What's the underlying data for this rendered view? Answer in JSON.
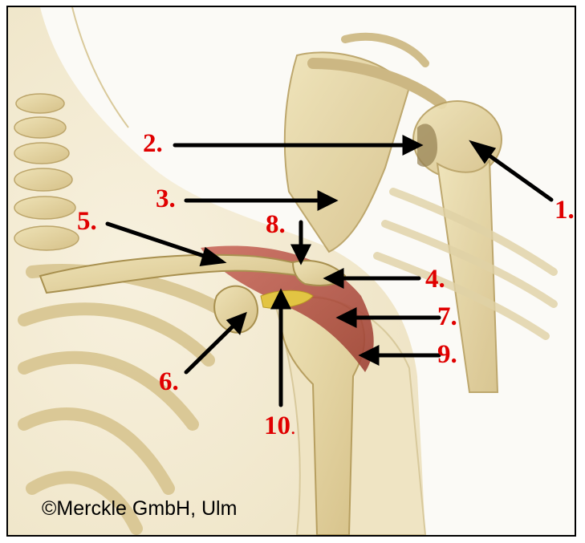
{
  "labels": {
    "l1": "1.",
    "l2": "2.",
    "l3": "3.",
    "l4": "4.",
    "l5": "5.",
    "l6": "6.",
    "l7": "7.",
    "l8": "8.",
    "l9": "9.",
    "l10_num": "10",
    "l10_dot": "."
  },
  "copyright": "©Merckle GmbH, Ulm",
  "colors": {
    "label": "#e00000",
    "arrow": "#000000",
    "bone": "#e8d9a6",
    "bone_shadow": "#cdb87a",
    "muscle": "#b5503f",
    "bursa": "#e6c84a",
    "background": "#fbfaf6"
  }
}
